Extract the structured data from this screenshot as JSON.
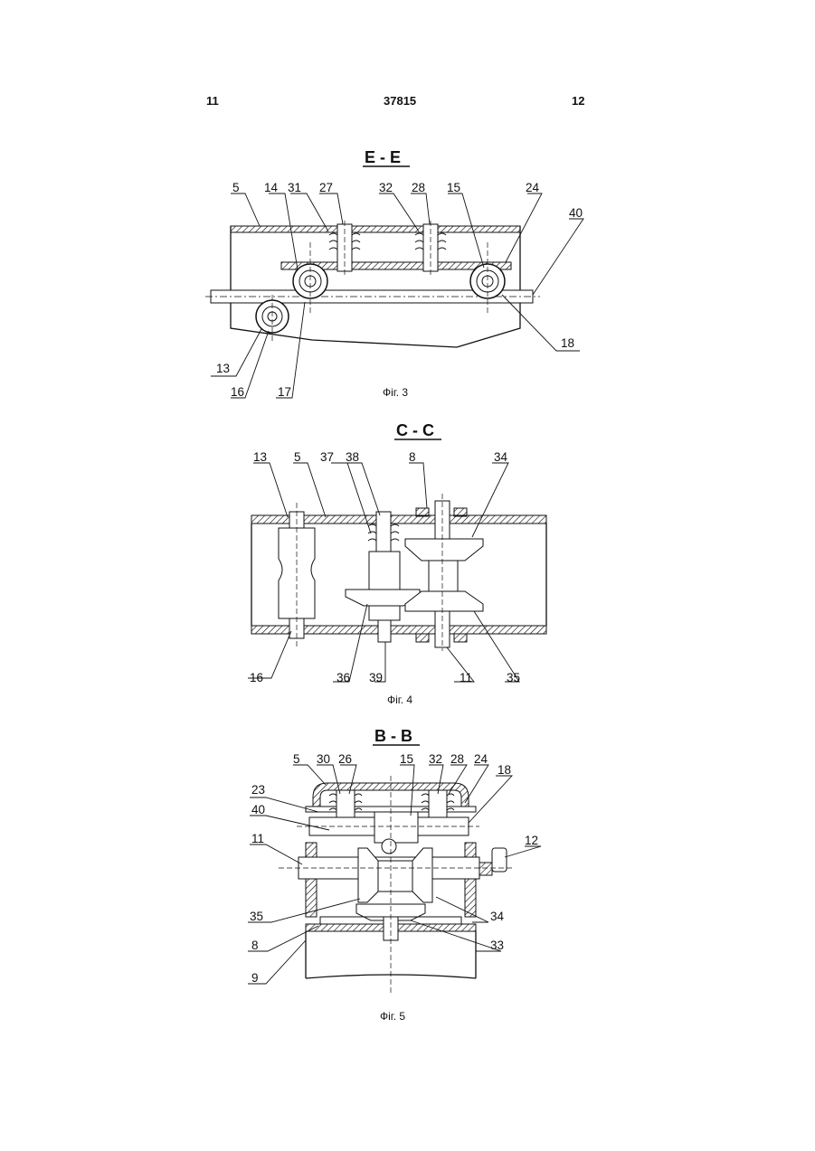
{
  "header": {
    "left_page": "11",
    "patent_number": "37815",
    "right_page": "12"
  },
  "fig3": {
    "section": "E - E",
    "caption": "Фіг. 3",
    "labels": {
      "l5": "5",
      "l14": "14",
      "l31": "31",
      "l27": "27",
      "l32": "32",
      "l28": "28",
      "l15": "15",
      "l24": "24",
      "l40": "40",
      "l18": "18",
      "l13": "13",
      "l16": "16",
      "l17": "17"
    }
  },
  "fig4": {
    "section": "C - C",
    "caption": "Фіг. 4",
    "labels": {
      "l13": "13",
      "l5": "5",
      "l37": "37",
      "l38": "38",
      "l8": "8",
      "l34": "34",
      "l16": "16",
      "l36": "36",
      "l39": "39",
      "l11": "11",
      "l35": "35"
    }
  },
  "fig5": {
    "section": "B - B",
    "caption": "Фіг. 5",
    "labels": {
      "l5": "5",
      "l30": "30",
      "l26": "26",
      "l15": "15",
      "l32": "32",
      "l28": "28",
      "l24": "24",
      "l18": "18",
      "l23": "23",
      "l40": "40",
      "l11": "11",
      "l12": "12",
      "l35": "35",
      "l34": "34",
      "l8": "8",
      "l33": "33",
      "l9": "9"
    }
  }
}
